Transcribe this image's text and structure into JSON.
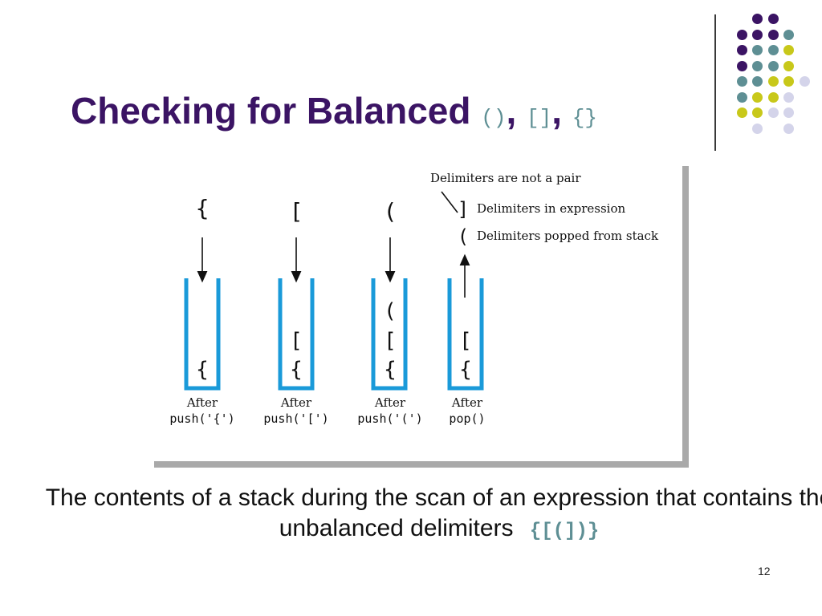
{
  "title": {
    "text": "Checking for Balanced",
    "d1": "()",
    "d2": "[]",
    "d3": "{}",
    "comma": ","
  },
  "figure": {
    "incoming": [
      "{",
      "[",
      "(",
      "]"
    ],
    "legend": {
      "note": "Delimiters are not a pair",
      "in_expression_symbol": "]",
      "in_expression": "Delimiters in expression",
      "popped_symbol": "(",
      "popped": "Delimiters popped from stack"
    },
    "stacks": [
      {
        "contents": [
          "{"
        ],
        "after": "After",
        "op": "push('{')"
      },
      {
        "contents": [
          "{",
          "["
        ],
        "after": "After",
        "op": "push('[')"
      },
      {
        "contents": [
          "{",
          "[",
          "("
        ],
        "after": "After",
        "op": "push('(')"
      },
      {
        "contents": [
          "{",
          "["
        ],
        "after": "After",
        "op": "pop()"
      }
    ],
    "popped_top": "("
  },
  "caption": {
    "text": "The contents of a stack during the scan of an expression that contains the unbalanced delimiters",
    "expr": "{[(])}"
  },
  "page_number": "12",
  "colors": {
    "purple": "#3b1464",
    "teal": "#5e8f94",
    "yellow": "#c8c81a",
    "lavender": "#d4d4ea",
    "stack_blue": "#1a9ad9"
  }
}
